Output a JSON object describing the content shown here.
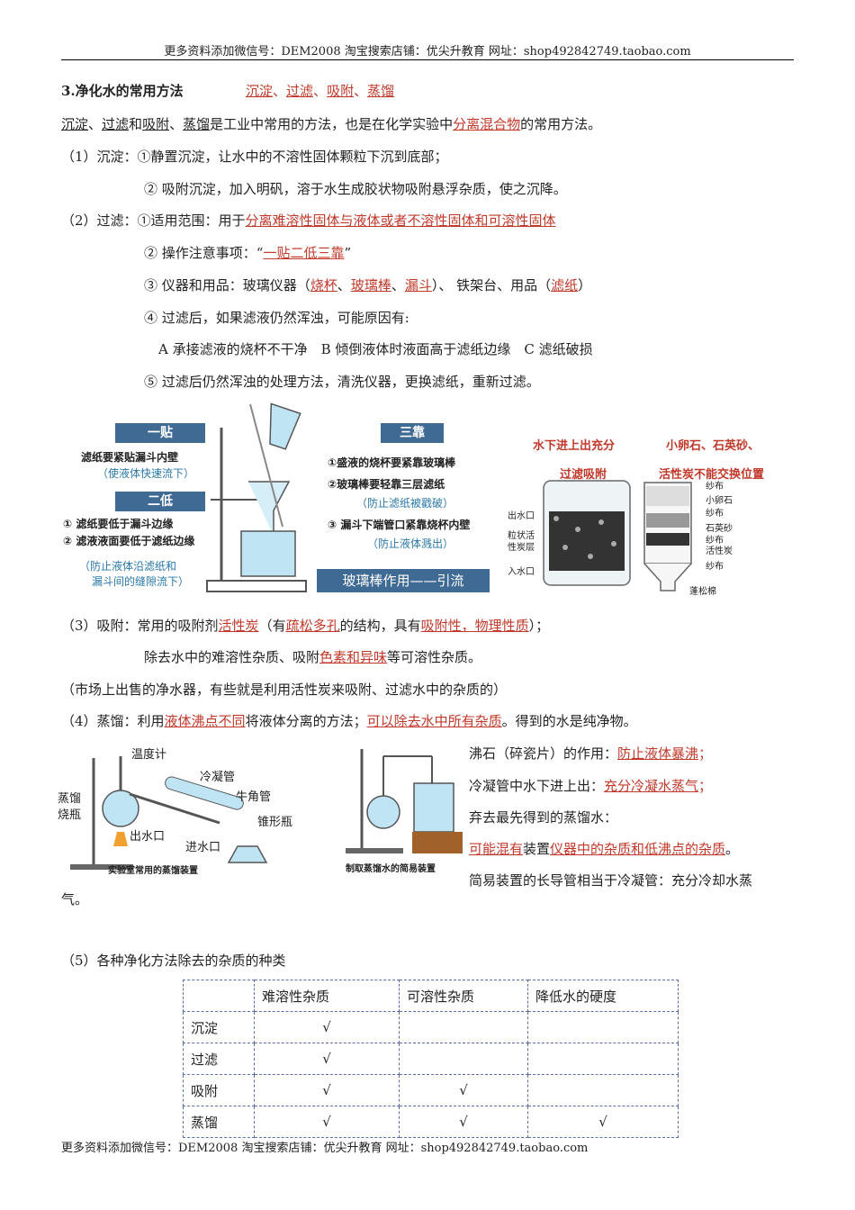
{
  "header": "更多资料添加微信号：DEM2008 淘宝搜索店铺：优尖升教育 网址：shop492842749.taobao.com",
  "footer": "更多资料添加微信号：DEM2008 淘宝搜索店铺：优尖升教育 网址：shop492842749.taobao.com",
  "title": "3.净化水的常用方法",
  "title_answer": [
    "沉淀",
    "过滤",
    "吸附",
    "蒸馏"
  ],
  "intro": {
    "k1": "沉淀",
    "k2": "过滤",
    "k3": "吸附",
    "k4": "蒸馏",
    "t1": "、",
    "t2": "和",
    "t3": "、",
    "t4": "是工业中常用的方法，也是在化学实验中",
    "ans": "分离混合物",
    "t5": "的常用方法。"
  },
  "s1": {
    "a": "（1）沉淀：①静置沉淀，让水中的不溶性固体颗粒下沉到底部；",
    "b": "② 吸附沉淀，加入明矾，溶于水生成胶状物吸附悬浮杂质，使之沉降。"
  },
  "s2": {
    "a": "（2）过滤：①适用范围：用于",
    "a_ans": "分离难溶性固体与液体或者不溶性固体和可溶性固体",
    "b": "② 操作注意事项：“",
    "b_ans": "一贴二低三靠",
    "b_end": "”",
    "c": "③ 仪器和用品：玻璃仪器（",
    "c_a1": "烧杯",
    "c_a2": "玻璃棒",
    "c_a3": "漏斗",
    "c_m": "）、 铁架台、用品（",
    "c_a4": "滤纸",
    "c_end": "）",
    "d": "④ 过滤后，如果滤液仍然浑浊，可能原因有:",
    "e": "A 承接滤液的烧杯不干净　B 倾倒液体时液面高于滤纸边缘　C 滤纸破损",
    "f": "⑤ 过滤后仍然浑浊的处理方法，清洗仪器，更换滤纸，重新过滤。"
  },
  "fig1": {
    "tie": "一贴",
    "tie1": "滤纸要紧贴漏斗内壁",
    "tie2": "（使液体快速流下）",
    "di": "二低",
    "di1": "① 滤纸要低于漏斗边缘",
    "di2": "② 滤液液面要低于滤纸边缘",
    "di3": "（防止液体沿滤纸和",
    "di4": "漏斗间的缝隙流下）",
    "kao": "三靠",
    "kao1": "①盛液的烧杯要紧靠玻璃棒",
    "kao2": "②玻璃棒要轻靠三层滤纸",
    "kao3": "（防止滤纸被戳破）",
    "kao4": "③ 漏斗下端管口紧靠烧杯内壁",
    "kao5": "（防止液体溅出）",
    "banner": "玻璃棒作用——引流"
  },
  "fig2": {
    "t1": "水下进上出充分",
    "t2": "过滤吸附",
    "t3": "小卵石、石英砂、",
    "t4": "活性炭不能交换位置",
    "out": "出水口",
    "carbon1": "粒状活",
    "carbon2": "性炭层",
    "in": "入水口",
    "l1": "纱布",
    "l2": "小卵石",
    "l3": "纱布",
    "l4": "石英砂",
    "l5": "纱布",
    "l6": "活性炭",
    "l7": "纱布",
    "l8": "蓬松棉"
  },
  "s3": {
    "a": "（3）吸附：常用的吸附剂",
    "a1": "活性炭",
    "a2": "（有",
    "a3": "疏松多孔",
    "a4": "的结构，具有",
    "a5": "吸附性，物理性质",
    "a6": "）；",
    "b": "除去水中的难溶性杂质、吸附",
    "b1": "色素和异味",
    "b2": "等可溶性杂质。",
    "c": "（市场上出售的净水器，有些就是利用活性炭来吸附、过滤水中的杂质的）"
  },
  "s4": {
    "a": "（4）蒸馏：利用",
    "a1": "液体沸点不同",
    "a2": "将液体分离的方法；",
    "a3": "可以除去水中所有杂质",
    "a4": "。得到的水是纯净物。"
  },
  "fig3": {
    "l1": "温度计",
    "l2": "冷凝管",
    "l3": "牛角管",
    "l4": "蒸馏",
    "l5": "烧瓶",
    "l6": "出水口",
    "l7": "进水口",
    "l8": "锥形瓶",
    "cap": "实验室常用的蒸馏装置"
  },
  "fig4": {
    "cap": "制取蒸馏水的简易装置"
  },
  "notes": {
    "n1": "沸石（碎瓷片）的作用：",
    "n1a": "防止液体暴沸",
    "n1b": "；",
    "n2": "冷凝管中水下进上出：",
    "n2a": "充分冷凝水蒸气",
    "n2b": "；",
    "n3": "弃去最先得到的蒸馏水：",
    "n4a": "可能混有",
    "n4": "装置",
    "n4b": "仪器中的杂质和低沸点的杂质",
    "n4c": "。",
    "n5": "简易装置的长导管相当于冷凝管：充分冷却水蒸",
    "n6": "气。"
  },
  "s5": "（5）各种净化方法除去的杂质的种类",
  "table": {
    "headers": [
      "",
      "难溶性杂质",
      "可溶性杂质",
      "降低水的硬度"
    ],
    "rows": [
      [
        "沉淀",
        "√",
        "",
        ""
      ],
      [
        "过滤",
        "√",
        "",
        ""
      ],
      [
        "吸附",
        "√",
        "√",
        ""
      ],
      [
        "蒸馏",
        "√",
        "√",
        "√"
      ]
    ]
  }
}
